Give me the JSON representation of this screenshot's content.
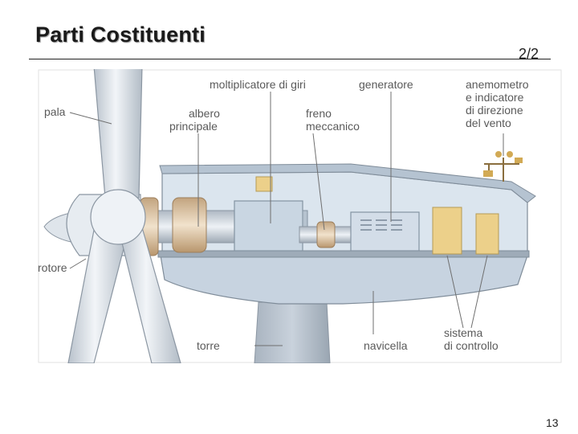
{
  "slide": {
    "title": "Parti Costituenti",
    "subtitle": "2/2",
    "page_number": "13"
  },
  "diagram": {
    "labels": {
      "pala": "pala",
      "rotore": "rotore",
      "albero_1": "albero",
      "albero_2": "principale",
      "moltiplicatore": "moltiplicatore di giri",
      "freno_1": "freno",
      "freno_2": "meccanico",
      "generatore": "generatore",
      "anemometro_1": "anemometro",
      "anemometro_2": "e indicatore",
      "anemometro_3": "di direzione",
      "anemometro_4": "del vento",
      "torre": "torre",
      "navicella": "navicella",
      "sistema_1": "sistema",
      "sistema_2": "di controllo"
    },
    "colors": {
      "blade": "#dde3ea",
      "nacelle": "#c7d3e0",
      "hub_ring": "#d9c3a3",
      "control_box": "#ecd08a",
      "label_text": "#5a5a5a"
    }
  }
}
